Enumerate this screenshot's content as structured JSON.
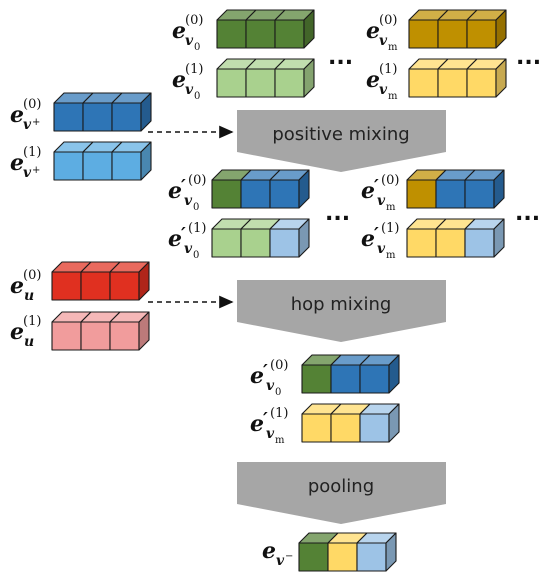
{
  "steps": {
    "positive_mixing": "positive mixing",
    "hop_mixing": "hop mixing",
    "pooling": "pooling"
  },
  "ellipsis": "...",
  "labels": {
    "base": "e",
    "prime": "′",
    "sup0": "(0)",
    "sup1": "(1)",
    "sub_v0": "v",
    "sub_v0_idx": "0",
    "sub_vm": "v",
    "sub_vm_idx": "m",
    "sub_vplus": "v",
    "sub_vplus_mark": "+",
    "sub_u": "u",
    "sub_vminus": "v",
    "sub_vminus_mark": "−"
  },
  "colors": {
    "dark_green": "#548235",
    "light_green": "#a9d18e",
    "dark_gold": "#bf9000",
    "light_yellow": "#ffd966",
    "dark_blue": "#2e75b6",
    "light_blue": "#5dade2",
    "pale_blue": "#9dc3e6",
    "red": "#e03020",
    "pink": "#f19c9c",
    "process_gray": "#a6a6a6"
  }
}
